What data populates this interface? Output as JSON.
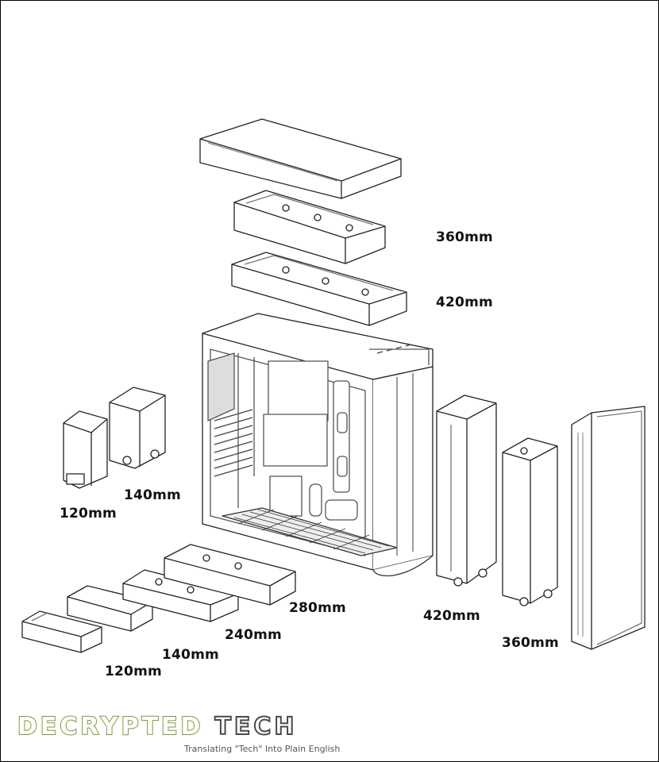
{
  "labels": {
    "top_radiator_1": "360mm",
    "top_radiator_2": "420mm",
    "rear_radiator_small": "120mm",
    "rear_radiator_large": "140mm",
    "bottom_radiator_1": "120mm",
    "bottom_radiator_2": "140mm",
    "bottom_radiator_3": "240mm",
    "bottom_radiator_4": "280mm",
    "front_radiator_1": "420mm",
    "front_radiator_2": "360mm"
  },
  "branding": {
    "logo_word_1": "DECRYPTED",
    "logo_word_2": "TECH",
    "tagline": "Translating \"Tech\" Into Plain English",
    "logo_color_1": "#7f9a3a",
    "logo_color_2": "#4a4a4a"
  }
}
